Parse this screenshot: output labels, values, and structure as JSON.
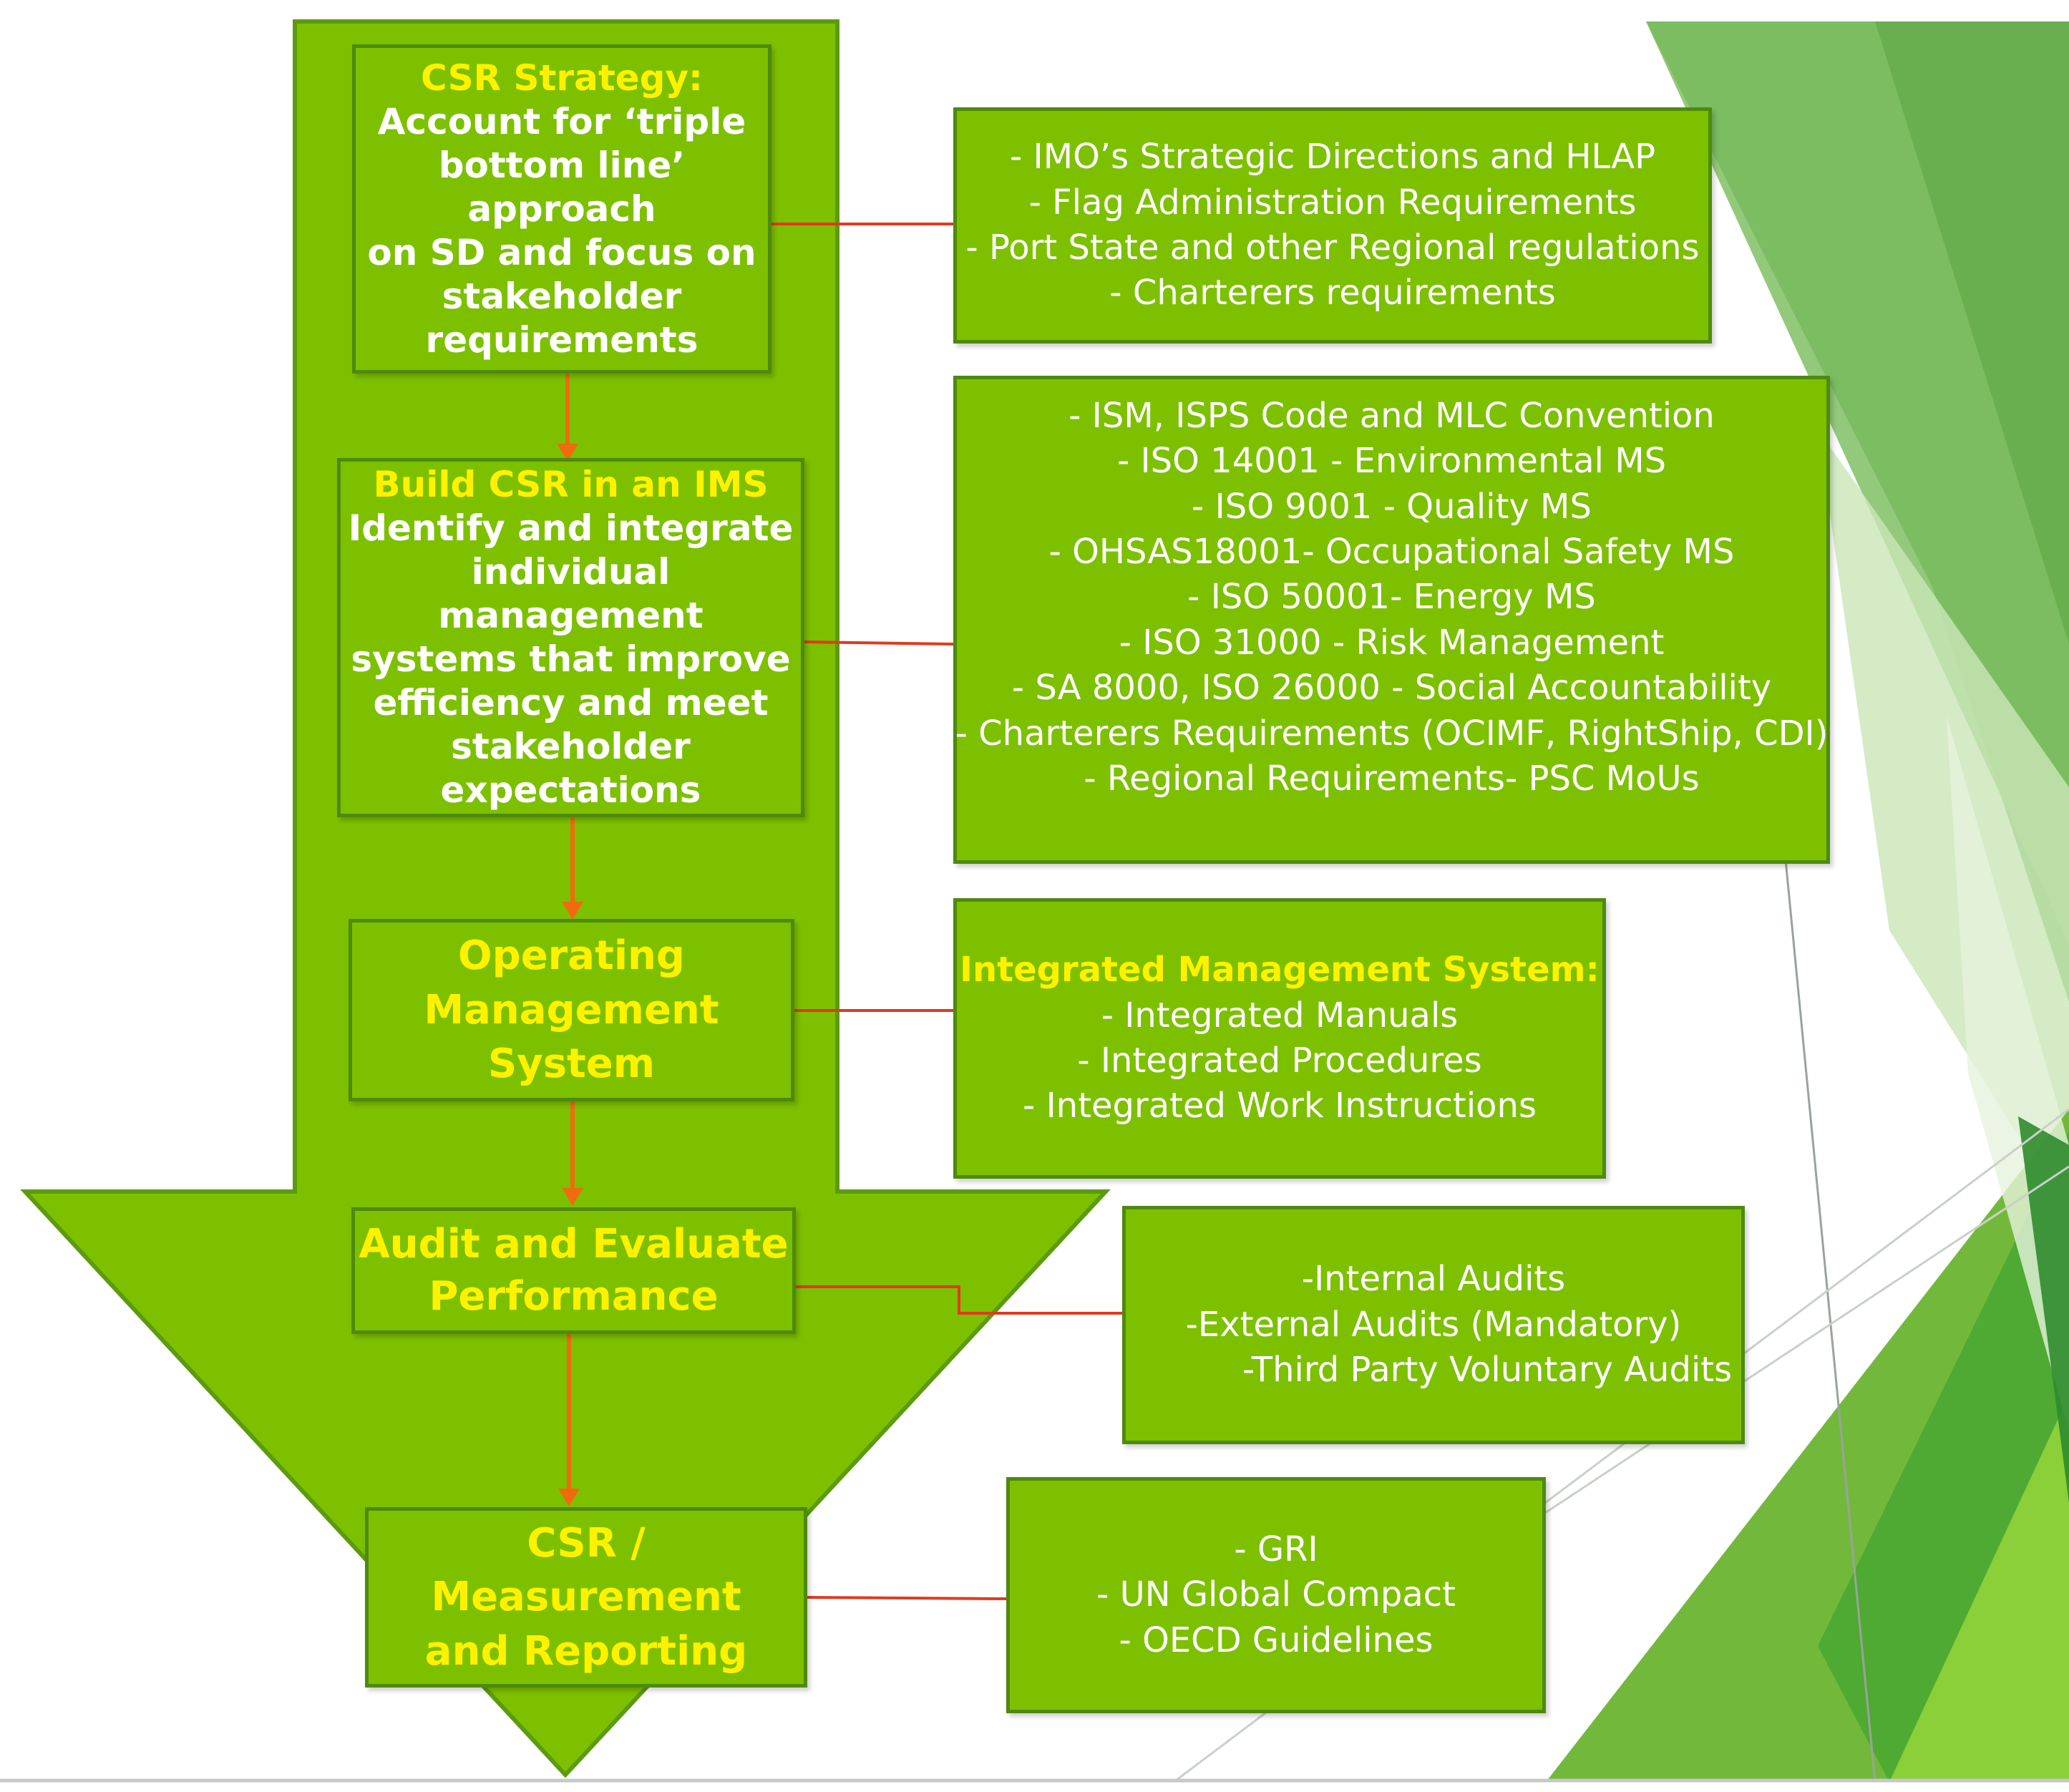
{
  "colors": {
    "arrow_fill": "#7dc000",
    "arrow_border": "#5c9a10",
    "box_fill": "#7dc000",
    "box_border": "#4e8a0e",
    "title_text": "#fff200",
    "body_text": "#ffffff",
    "connector_line": "#e03a1e",
    "flow_arrow": "#f06a10"
  },
  "left_steps": [
    {
      "title": "CSR Strategy:",
      "body_lines": [
        "Account for ‘triple",
        "bottom line’ approach",
        "on SD and focus on",
        "stakeholder",
        "requirements"
      ]
    },
    {
      "title": "Build CSR in an IMS",
      "body_lines": [
        "Identify and integrate",
        "individual management",
        "systems that improve",
        "efficiency and meet",
        "stakeholder",
        "expectations"
      ]
    },
    {
      "title_lines": [
        "Operating",
        "Management System"
      ]
    },
    {
      "title_lines": [
        "Audit and Evaluate",
        "Performance"
      ]
    },
    {
      "title_lines": [
        "CSR / Measurement",
        "and Reporting"
      ]
    }
  ],
  "right_boxes": [
    {
      "items": [
        "-   IMO’s Strategic Directions and HLAP",
        "-   Flag Administration Requirements",
        "-   Port State and other Regional regulations",
        "-   Charterers requirements"
      ]
    },
    {
      "items": [
        "- ISM, ISPS Code and MLC Convention",
        "-   ISO 14001 - Environmental MS",
        "-   ISO 9001 - Quality MS",
        "-   OHSAS18001- Occupational Safety MS",
        "-   ISO 50001- Energy MS",
        "-   ISO 31000 - Risk Management",
        "-   SA 8000, ISO 26000 - Social Accountability",
        "-   Charterers Requirements (OCIMF, RightShip, CDI)",
        "- Regional Requirements- PSC MoUs"
      ]
    },
    {
      "heading": "Integrated Management System:",
      "items": [
        "-   Integrated Manuals",
        "-   Integrated Procedures",
        "-   Integrated Work Instructions"
      ]
    },
    {
      "items": [
        "-Internal Audits",
        "-External Audits (Mandatory)",
        "-Third Party Voluntary Audits"
      ]
    },
    {
      "items": [
        "- GRI",
        "-   UN Global Compact",
        "-   OECD Guidelines"
      ]
    }
  ]
}
